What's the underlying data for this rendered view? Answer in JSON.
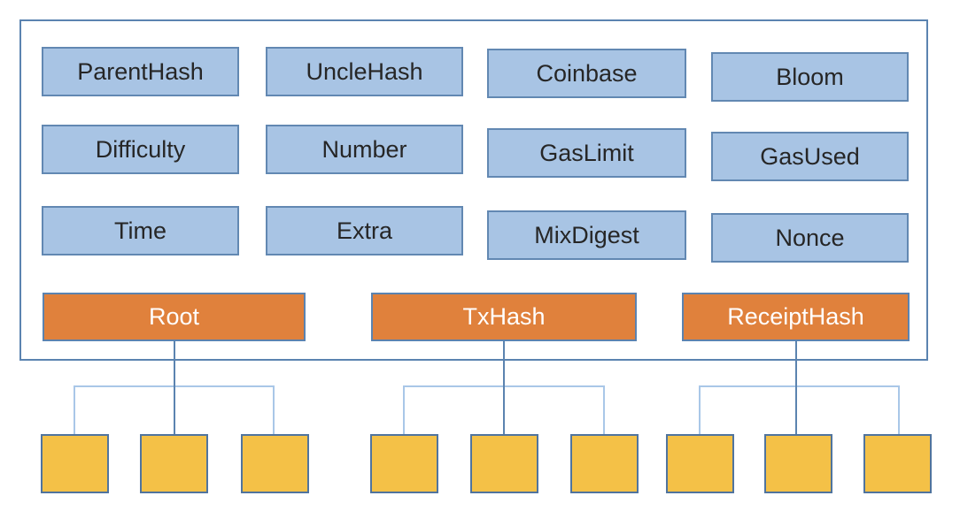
{
  "diagram": {
    "title": "ethereum-block-header-structure",
    "header_fields": [
      "ParentHash",
      "UncleHash",
      "Coinbase",
      "Bloom",
      "Difficulty",
      "Number",
      "GasLimit",
      "GasUsed",
      "Time",
      "Extra",
      "MixDigest",
      "Nonce"
    ],
    "trie_root_fields": [
      {
        "label": "Root",
        "children": 3
      },
      {
        "label": "TxHash",
        "children": 3
      },
      {
        "label": "ReceiptHash",
        "children": 3
      }
    ],
    "leaf_count": 9
  },
  "colors": {
    "field_fill": "#A8C4E4",
    "field_border": "#6288B2",
    "root_fill": "#E0813C",
    "root_border": "#5B83B0",
    "leaf_fill": "#F4C147",
    "leaf_border": "#50749E",
    "frame_border": "#5B83B0",
    "connector_dark": "#5B83B0",
    "connector_light": "#A9C7E8",
    "field_text": "#262626",
    "root_text": "#FFFFFF",
    "background": "#FFFFFF"
  }
}
